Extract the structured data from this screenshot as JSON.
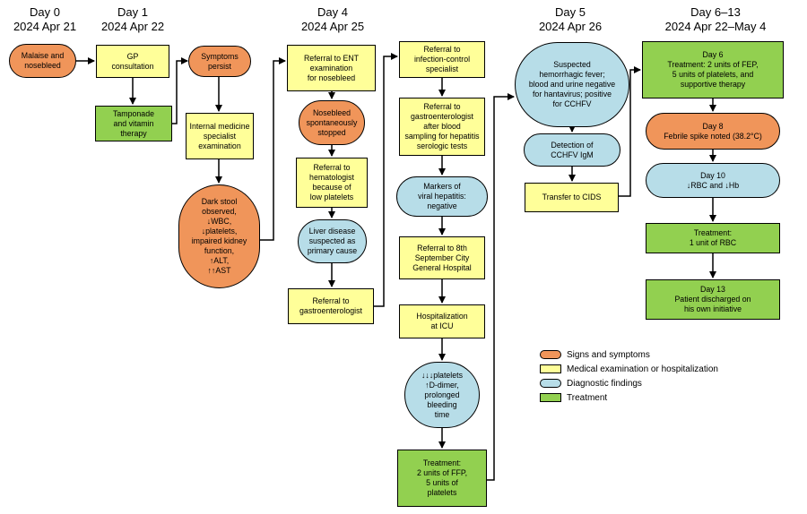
{
  "headers": {
    "day0": {
      "day": "Day 0",
      "date": "2024 Apr 21"
    },
    "day1": {
      "day": "Day 1",
      "date": "2024 Apr 22"
    },
    "day4": {
      "day": "Day 4",
      "date": "2024 Apr 25"
    },
    "day5": {
      "day": "Day 5",
      "date": "2024 Apr 26"
    },
    "day6": {
      "day": "Day 6–13",
      "date": "2024 Apr 22–May 4"
    }
  },
  "nodes": {
    "malaise": "Malaise and nosebleed",
    "gp": "GP\nconsultation",
    "tamponade": "Tamponade\nand vitamin\ntherapy",
    "symptoms_persist": "Symptoms\npersist",
    "internal_med": "Internal medicine\nspecialist\nexamination",
    "dark_stool": "Dark stool\nobserved,\n↓WBC,\n↓platelets,\nimpaired kidney\nfunction,\n↑ALT,\n↑↑AST",
    "ent_referral": "Referral to ENT\nexamination\nfor nosebleed",
    "nosebleed_stopped": "Nosebleed\nspontaneously\nstopped",
    "hematologist": "Referral to\nhematologist\nbecause of\nlow platelets",
    "liver_disease": "Liver disease\nsuspected as\nprimary cause",
    "gastro_referral": "Referral to\ngastroenterologist",
    "infection_control": "Referral to\ninfection-control\nspecialist",
    "gastro_blood": "Referral to\ngastroenterologist\nafter blood\nsampling for hepatitis\nserologic tests",
    "hepatitis_markers": "Markers of\nviral hepatitis:\nnegative",
    "hospital_8sept": "Referral to 8th\nSeptember City\nGeneral Hospital",
    "icu": "Hospitalization\nat ICU",
    "platelets_ddimer": "↓↓↓platelets\n↑D-dimer,\nprolonged\nbleeding\ntime",
    "treatment_ffp": "Treatment:\n2 units of FFP,\n5 units of\nplatelets",
    "suspected_hf": "Suspected\nhemorrhagic fever;\nblood and urine negative\nfor hantavirus; positive\nfor CCHFV",
    "cchfv_igm": "Detection of\nCCHFV IgM",
    "transfer_cids": "Transfer to CIDS",
    "day6_treatment": "Day 6\nTreatment: 2 units of FEP,\n5 units of platelets, and\nsupportive therapy",
    "day8": "Day 8\nFebrile spike noted (38.2°C)",
    "day10": "Day 10\n↓RBC and ↓Hb",
    "rbc_treatment": "Treatment:\n1 unit of RBC",
    "day13": "Day 13\nPatient discharged on\nhis own initiative"
  },
  "legend": {
    "signs": "Signs and symptoms",
    "exam": "Medical examination or hospitalization",
    "diag": "Diagnostic findings",
    "treat": "Treatment"
  },
  "colors": {
    "signs": "#f0955a",
    "exam": "#ffff99",
    "diag": "#b7dde8",
    "treat": "#92d050"
  }
}
